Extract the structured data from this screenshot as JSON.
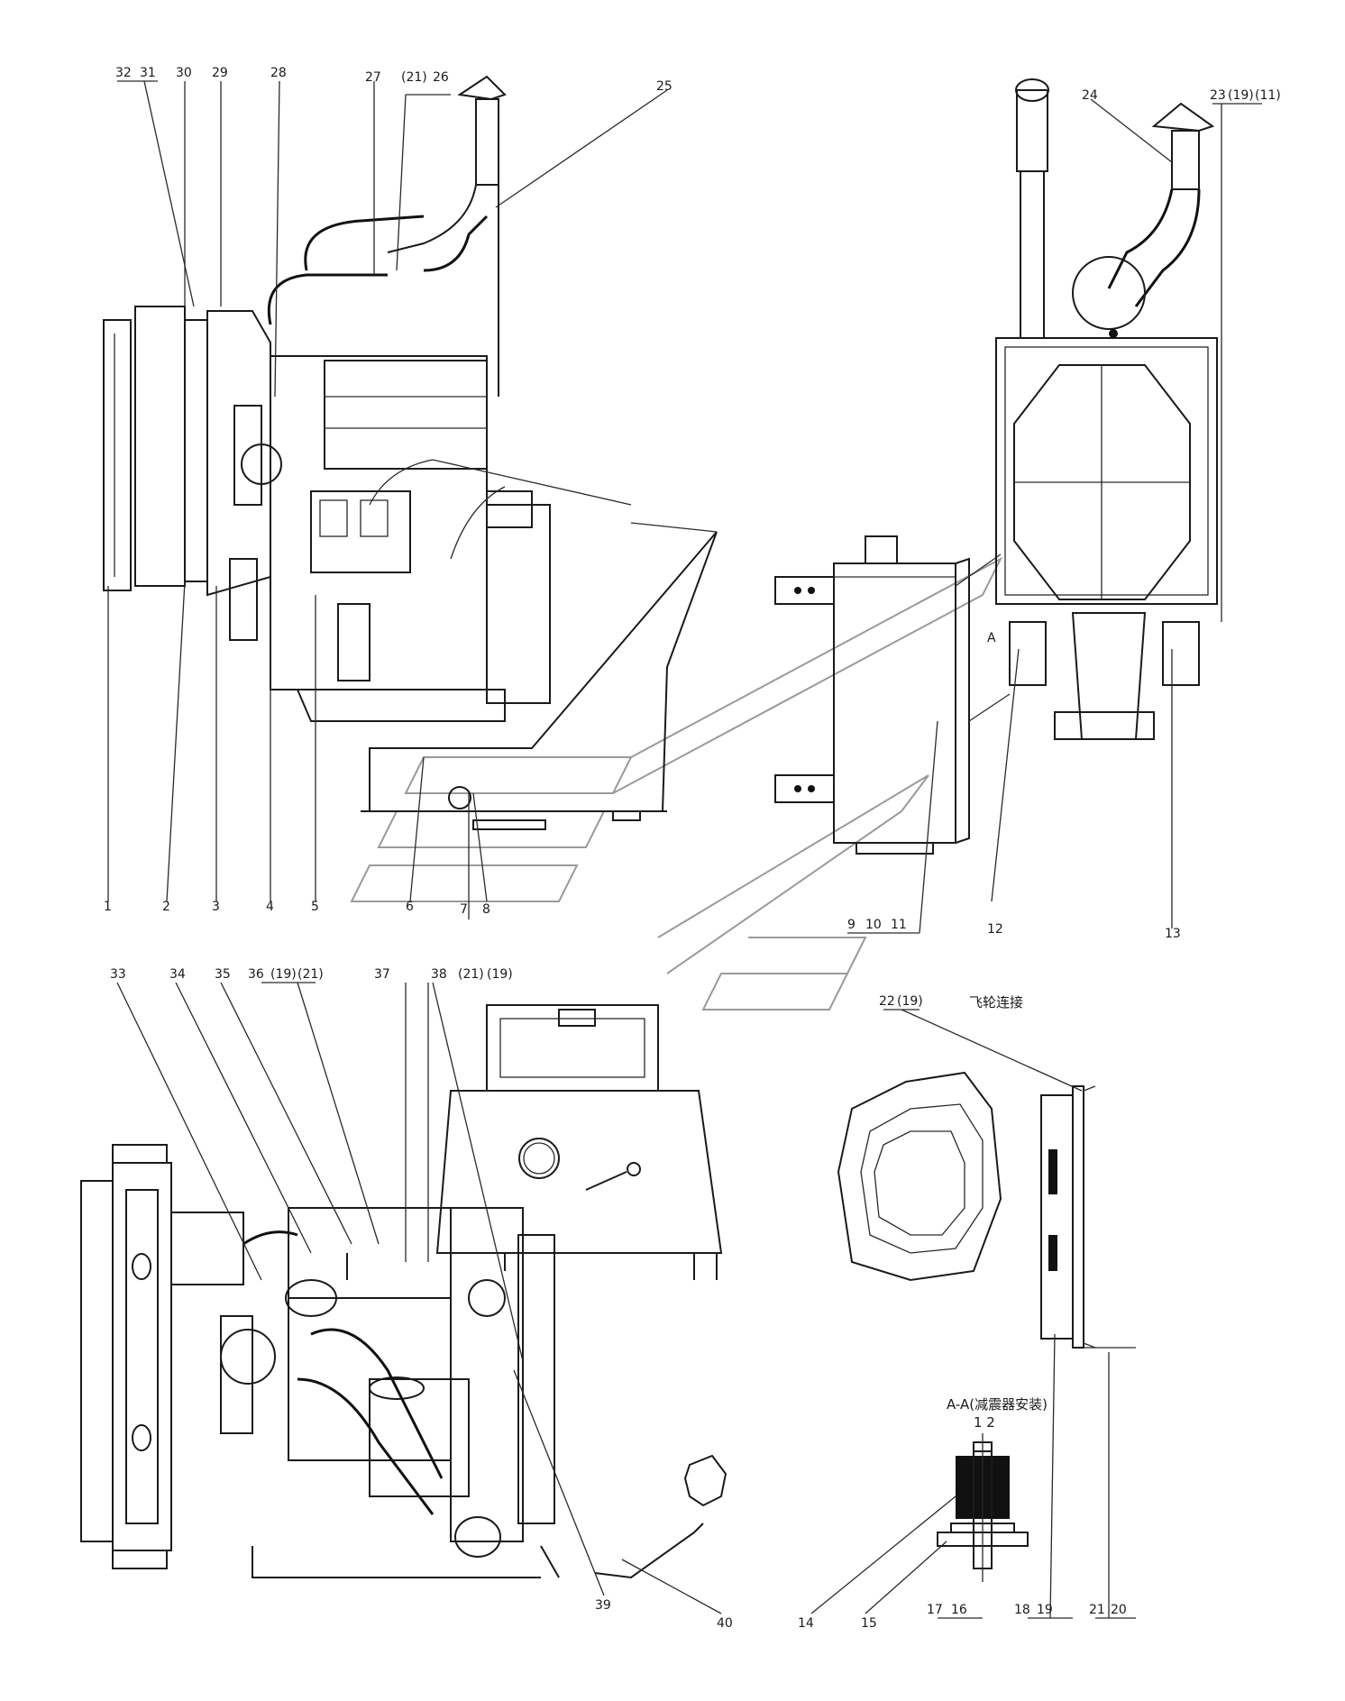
{
  "captions": {
    "flywheel": "飞轮连接",
    "section_aa": "A-A(减震器安装)",
    "section_aa_parts": "1  2",
    "section_marker": "A"
  },
  "labels": {
    "top_left": [
      "32",
      "31",
      "30",
      "29",
      "28",
      "27",
      "(21)",
      "26",
      "25"
    ],
    "top_right": [
      "24",
      "23",
      "(19)",
      "(11)"
    ],
    "bottom_row_1": [
      "1",
      "2",
      "3",
      "4",
      "5",
      "6",
      "7",
      "8",
      "9",
      "10",
      "11",
      "12",
      "13"
    ],
    "lower_top": [
      "33",
      "34",
      "35",
      "36",
      "(19)",
      "(21)",
      "37",
      "38",
      "(21)",
      "(19)",
      "22",
      "(19)"
    ],
    "bottom_row_2": [
      "39",
      "40",
      "14",
      "15",
      "17",
      "16",
      "18",
      "19",
      "21",
      "20"
    ]
  }
}
